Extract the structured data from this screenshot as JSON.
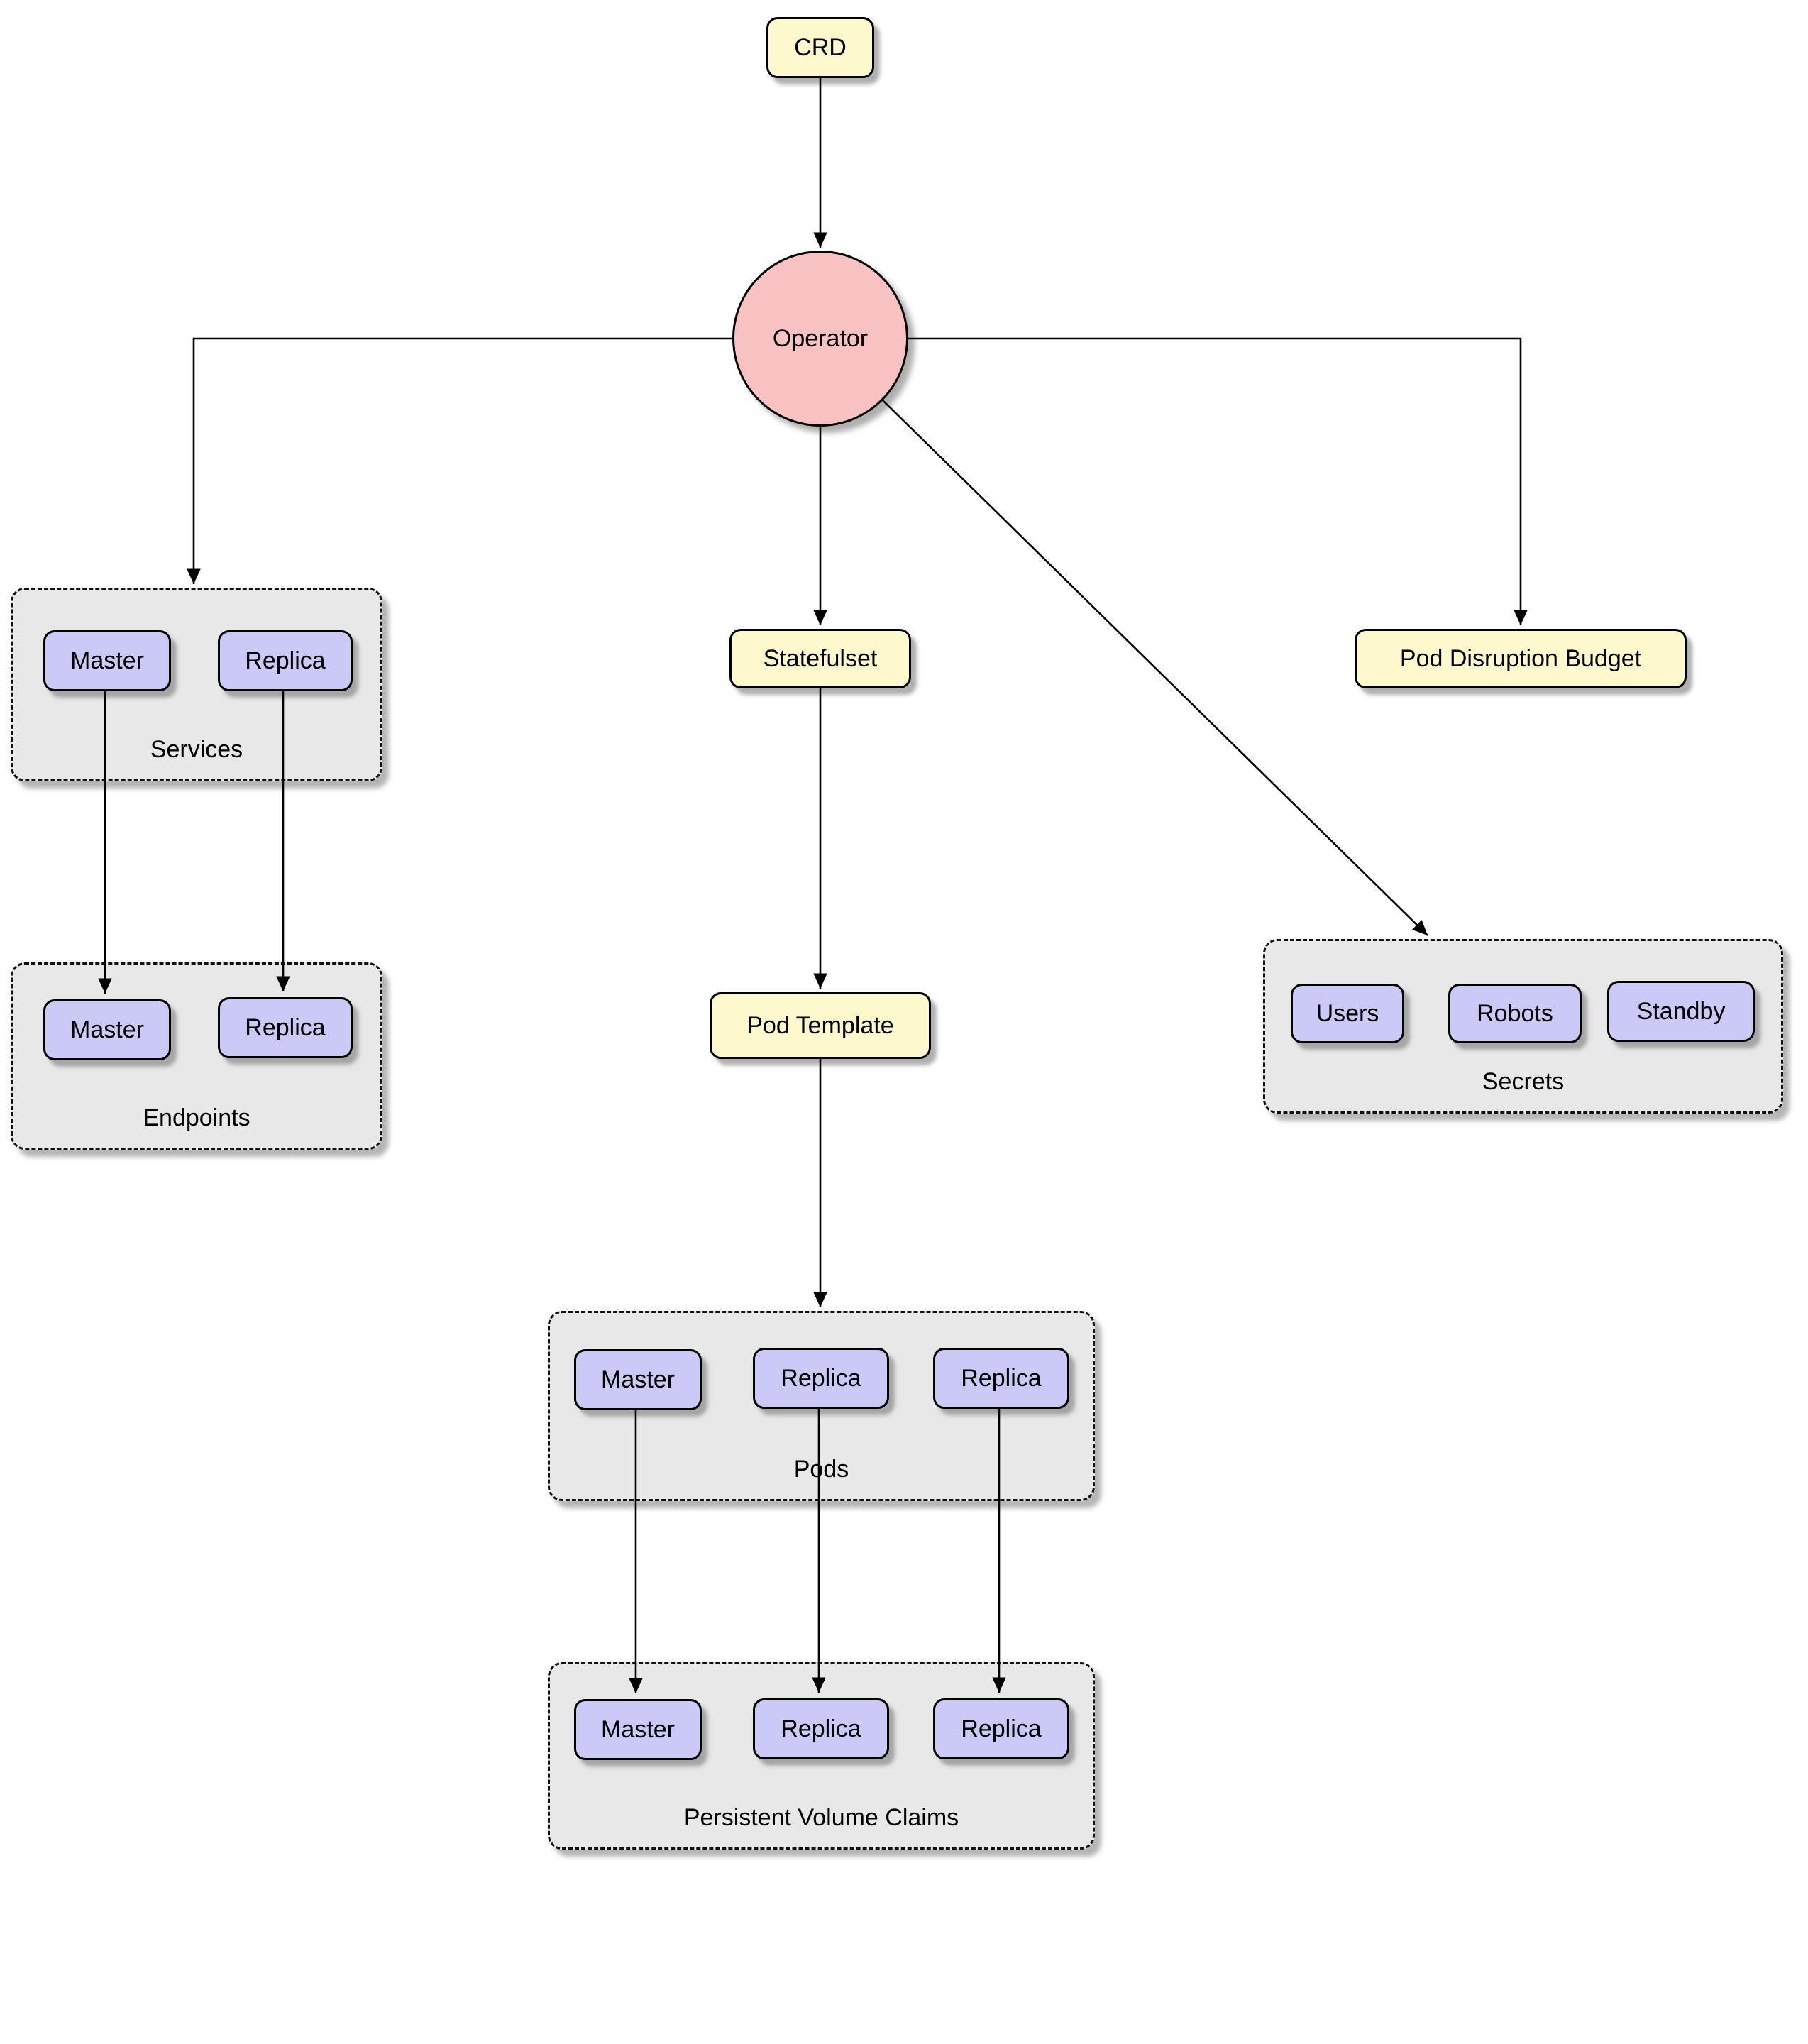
{
  "nodes": {
    "crd": "CRD",
    "operator": "Operator",
    "statefulset": "Statefulset",
    "pod_disruption_budget": "Pod Disruption Budget",
    "pod_template": "Pod Template"
  },
  "groups": {
    "services": {
      "label": "Services",
      "items": [
        "Master",
        "Replica"
      ]
    },
    "endpoints": {
      "label": "Endpoints",
      "items": [
        "Master",
        "Replica"
      ]
    },
    "secrets": {
      "label": "Secrets",
      "items": [
        "Users",
        "Robots",
        "Standby"
      ]
    },
    "pods": {
      "label": "Pods",
      "items": [
        "Master",
        "Replica",
        "Replica"
      ]
    },
    "persistent_volume_claims": {
      "label": "Persistent Volume Claims",
      "items": [
        "Master",
        "Replica",
        "Replica"
      ]
    }
  },
  "colors": {
    "resource_node_fill": "#FDF9CC",
    "instance_node_fill": "#CBC9F5",
    "operator_fill": "#F9C2C2",
    "group_fill": "#E8E8E8",
    "edge": "#000000"
  }
}
